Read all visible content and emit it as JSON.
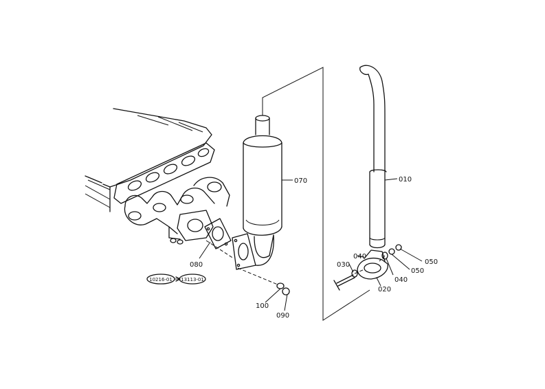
{
  "parts": {
    "p010": "010",
    "p020": "020",
    "p030": "030",
    "p040a": "040",
    "p040b": "040",
    "p050a": "050",
    "p050b": "050",
    "p070": "070",
    "p080": "080",
    "p090": "090",
    "p100": "100"
  },
  "refs": {
    "ref_left": "10216-01",
    "ref_right": "13113-01"
  }
}
